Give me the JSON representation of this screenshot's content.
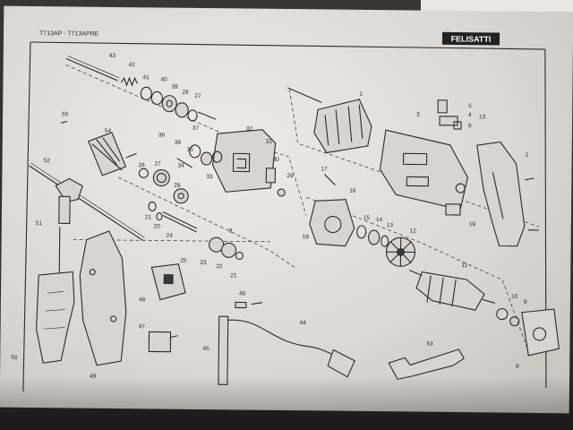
{
  "header": {
    "model_code": "T713AP - T713APRE",
    "brand": "FELISATTI"
  },
  "colors": {
    "paper": "#e2e0da",
    "ink": "#2a2a2a",
    "brand_bg": "#222222",
    "brand_text": "#ffffff"
  },
  "parts": {
    "p1a": "1",
    "p1b": "1",
    "p3": "3",
    "p4": "4",
    "p5": "5",
    "p6": "6",
    "p8": "8",
    "p9": "9",
    "p10": "10",
    "p11": "11",
    "p12": "12",
    "p13": "13",
    "p13b": "13",
    "p14": "14",
    "p15": "15",
    "p16": "16",
    "p17": "17",
    "p18": "18",
    "p19": "19",
    "p20": "20",
    "p21a": "21",
    "p21b": "21",
    "p22": "22",
    "p23": "23",
    "p24": "24",
    "p25": "25",
    "p26": "26",
    "p27": "27",
    "p27b": "27",
    "p28": "28",
    "p28b": "28",
    "p29": "29",
    "p30": "30",
    "p31": "31",
    "p32": "32",
    "p33": "33",
    "p34": "34",
    "p35": "35",
    "p36": "36",
    "p37": "37",
    "p38": "38",
    "p39": "39",
    "p40": "40",
    "p41": "41",
    "p42": "42",
    "p43": "43",
    "p44": "44",
    "p45": "45",
    "p46": "46",
    "p47": "47",
    "p48": "48",
    "p49": "49",
    "p50": "50",
    "p51": "51",
    "p52": "52",
    "p53": "53",
    "p54": "54",
    "p55": "55",
    "p8b": "8"
  }
}
